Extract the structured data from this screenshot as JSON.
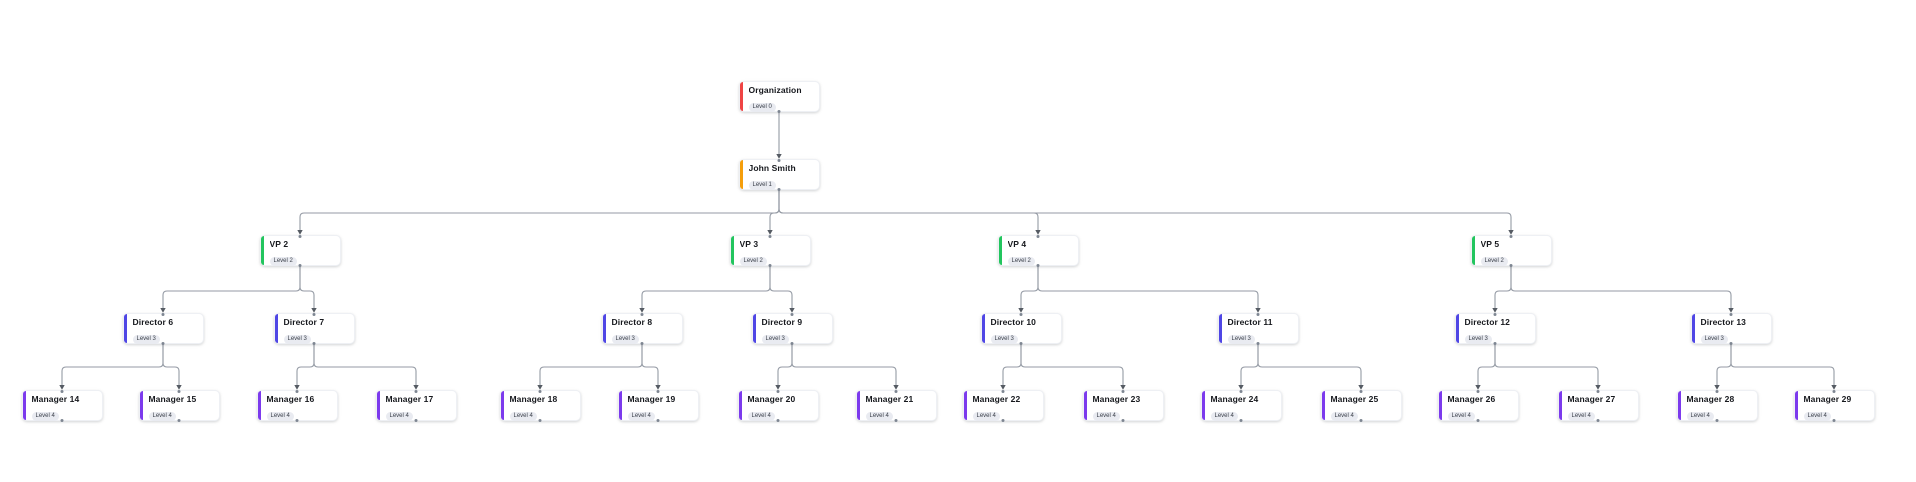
{
  "canvas": {
    "background": "#ffffff"
  },
  "edge_style": {
    "line_color": "#949aa4",
    "arrow_color": "#555b63",
    "handle_color": "#7e8692"
  },
  "badge_style": {
    "background": "#e9ebf1",
    "text_color": "#3c414b"
  },
  "levels": [
    {
      "badge": "Level 0",
      "accent": "#ef4444"
    },
    {
      "badge": "Level 1",
      "accent": "#f59e0b"
    },
    {
      "badge": "Level 2",
      "accent": "#22c55e"
    },
    {
      "badge": "Level 3",
      "accent": "#4f46e5"
    },
    {
      "badge": "Level 4",
      "accent": "#7c3aed"
    }
  ],
  "nodes": [
    {
      "id": "org",
      "name": "Organization",
      "badge": "Level 0",
      "level": 0,
      "parent": null
    },
    {
      "id": "john",
      "name": "John Smith",
      "badge": "Level 1",
      "level": 1,
      "parent": "org"
    },
    {
      "id": "vp2",
      "name": "VP 2",
      "badge": "Level 2",
      "level": 2,
      "parent": "john"
    },
    {
      "id": "vp3",
      "name": "VP 3",
      "badge": "Level 2",
      "level": 2,
      "parent": "john"
    },
    {
      "id": "vp4",
      "name": "VP 4",
      "badge": "Level 2",
      "level": 2,
      "parent": "john"
    },
    {
      "id": "vp5",
      "name": "VP 5",
      "badge": "Level 2",
      "level": 2,
      "parent": "john"
    },
    {
      "id": "d6",
      "name": "Director 6",
      "badge": "Level 3",
      "level": 3,
      "parent": "vp2"
    },
    {
      "id": "d7",
      "name": "Director 7",
      "badge": "Level 3",
      "level": 3,
      "parent": "vp2"
    },
    {
      "id": "d8",
      "name": "Director 8",
      "badge": "Level 3",
      "level": 3,
      "parent": "vp3"
    },
    {
      "id": "d9",
      "name": "Director 9",
      "badge": "Level 3",
      "level": 3,
      "parent": "vp3"
    },
    {
      "id": "d10",
      "name": "Director 10",
      "badge": "Level 3",
      "level": 3,
      "parent": "vp4"
    },
    {
      "id": "d11",
      "name": "Director 11",
      "badge": "Level 3",
      "level": 3,
      "parent": "vp4"
    },
    {
      "id": "d12",
      "name": "Director 12",
      "badge": "Level 3",
      "level": 3,
      "parent": "vp5"
    },
    {
      "id": "d13",
      "name": "Director 13",
      "badge": "Level 3",
      "level": 3,
      "parent": "vp5"
    },
    {
      "id": "m14",
      "name": "Manager 14",
      "badge": "Level 4",
      "level": 4,
      "parent": "d6"
    },
    {
      "id": "m15",
      "name": "Manager 15",
      "badge": "Level 4",
      "level": 4,
      "parent": "d6"
    },
    {
      "id": "m16",
      "name": "Manager 16",
      "badge": "Level 4",
      "level": 4,
      "parent": "d7"
    },
    {
      "id": "m17",
      "name": "Manager 17",
      "badge": "Level 4",
      "level": 4,
      "parent": "d7"
    },
    {
      "id": "m18",
      "name": "Manager 18",
      "badge": "Level 4",
      "level": 4,
      "parent": "d8"
    },
    {
      "id": "m19",
      "name": "Manager 19",
      "badge": "Level 4",
      "level": 4,
      "parent": "d8"
    },
    {
      "id": "m20",
      "name": "Manager 20",
      "badge": "Level 4",
      "level": 4,
      "parent": "d9"
    },
    {
      "id": "m21",
      "name": "Manager 21",
      "badge": "Level 4",
      "level": 4,
      "parent": "d9"
    },
    {
      "id": "m22",
      "name": "Manager 22",
      "badge": "Level 4",
      "level": 4,
      "parent": "d10"
    },
    {
      "id": "m23",
      "name": "Manager 23",
      "badge": "Level 4",
      "level": 4,
      "parent": "d10"
    },
    {
      "id": "m24",
      "name": "Manager 24",
      "badge": "Level 4",
      "level": 4,
      "parent": "d11"
    },
    {
      "id": "m25",
      "name": "Manager 25",
      "badge": "Level 4",
      "level": 4,
      "parent": "d11"
    },
    {
      "id": "m26",
      "name": "Manager 26",
      "badge": "Level 4",
      "level": 4,
      "parent": "d12"
    },
    {
      "id": "m27",
      "name": "Manager 27",
      "badge": "Level 4",
      "level": 4,
      "parent": "d12"
    },
    {
      "id": "m28",
      "name": "Manager 28",
      "badge": "Level 4",
      "level": 4,
      "parent": "d13"
    },
    {
      "id": "m29",
      "name": "Manager 29",
      "badge": "Level 4",
      "level": 4,
      "parent": "d13"
    }
  ]
}
